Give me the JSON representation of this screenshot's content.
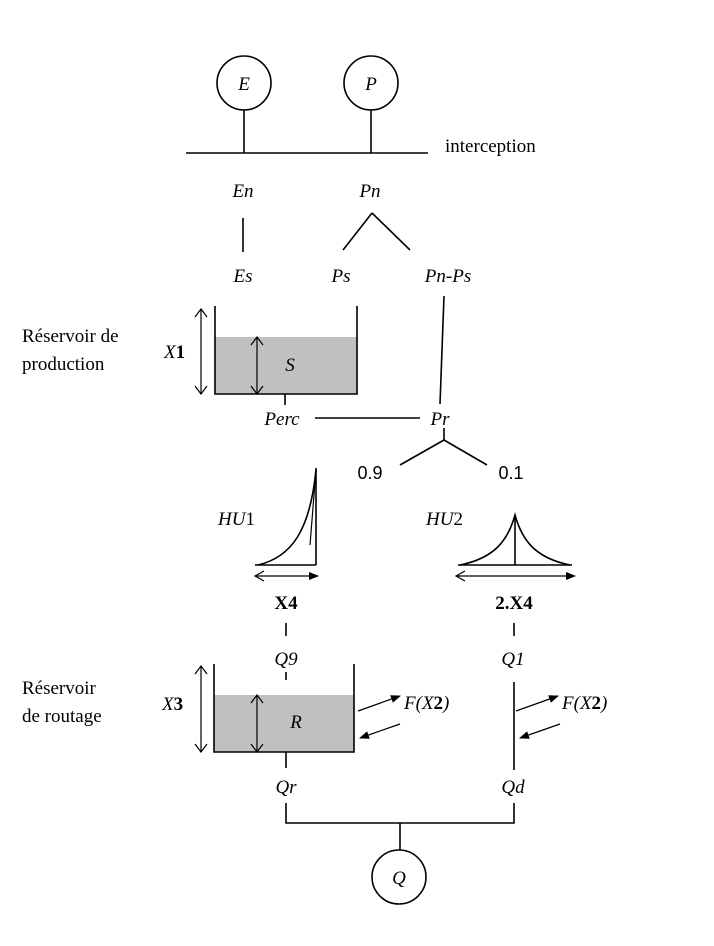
{
  "nodes": {
    "E": "E",
    "P": "P",
    "Q": "Q",
    "En": "En",
    "Pn": "Pn",
    "Es": "Es",
    "Ps": "Ps",
    "PnPs": "Pn-Ps",
    "Perc": "Perc",
    "Pr": "Pr",
    "Q9": "Q9",
    "Q1": "Q1",
    "Qr": "Qr",
    "Qd": "Qd"
  },
  "labels": {
    "interception": "interception",
    "production_line1": "Réservoir de",
    "production_line2": "production",
    "routage_line1": "Réservoir",
    "routage_line2": "de routage",
    "split_09": "0.9",
    "split_01": "0.1",
    "store_S": "S",
    "store_R": "R"
  },
  "params": {
    "X1_base": "X",
    "X1_index": "1",
    "X3_base": "X",
    "X3_index": "3",
    "X4_base": "X",
    "X4_index": "4",
    "twoX4_prefix": "2.",
    "twoX4_base": "X",
    "twoX4_index": "4",
    "HU1_base": "HU",
    "HU1_index": "1",
    "HU2_base": "HU",
    "HU2_index": "2",
    "FX2_open": "F(",
    "FX2_base": "X",
    "FX2_index": "2",
    "FX2_close": ")"
  },
  "colors": {
    "water": "#c0c0c0",
    "lines": "#000000",
    "background": "#ffffff"
  }
}
